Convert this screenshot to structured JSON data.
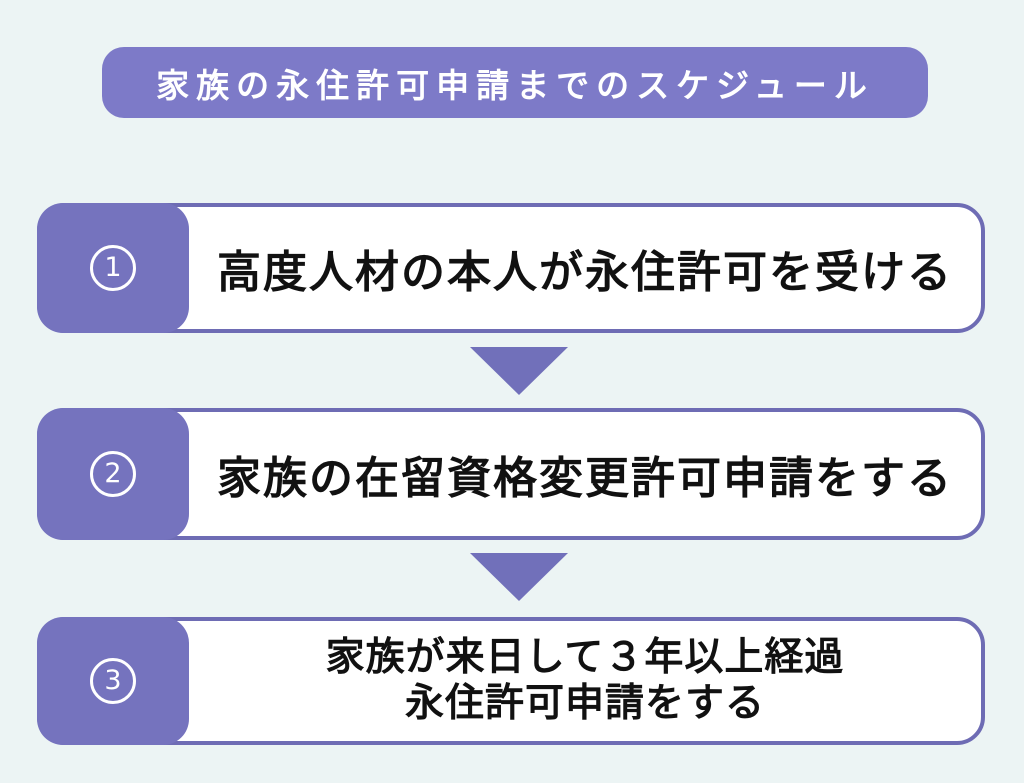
{
  "colors": {
    "background": "#ecf4f4",
    "banner": "#7d7ac8",
    "banner_text": "#ffffff",
    "tab": "#7573be",
    "border": "#6e6cb4",
    "arrow": "#7170ba",
    "box_bg": "#ffffff",
    "text": "#111111"
  },
  "title": {
    "text": "家族の永住許可申請までのスケジュール"
  },
  "steps": [
    {
      "number": "1",
      "lines": [
        "高度人材の本人が永住許可を受ける"
      ]
    },
    {
      "number": "2",
      "lines": [
        "家族の在留資格変更許可申請をする"
      ]
    },
    {
      "number": "3",
      "lines": [
        "家族が来日して３年以上経過",
        "永住許可申請をする"
      ]
    }
  ]
}
